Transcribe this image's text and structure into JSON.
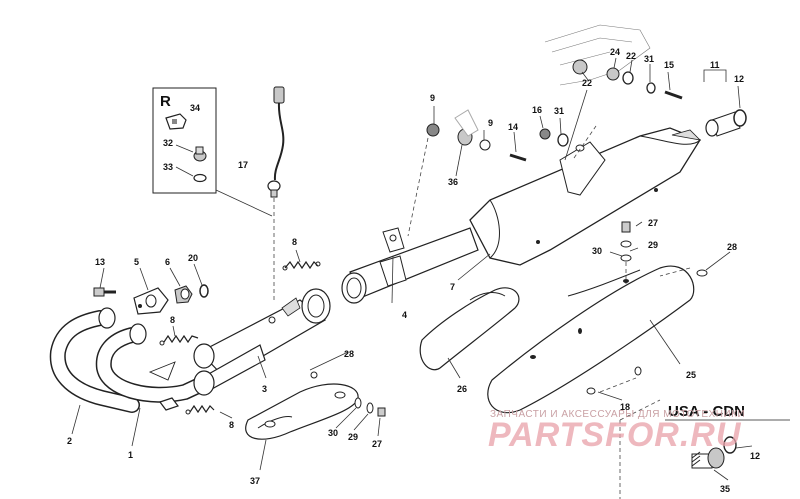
{
  "kit_box": {
    "letter": "R",
    "items": [
      "34",
      "32",
      "33"
    ]
  },
  "callouts": {
    "c9a": "9",
    "c9b": "9",
    "c14": "14",
    "c16": "16",
    "c31a": "31",
    "c22a": "22",
    "c24": "24",
    "c22b": "22",
    "c31b": "31",
    "c15": "15",
    "c11": "11",
    "c12a": "12",
    "c36": "36",
    "c17": "17",
    "c27a": "27",
    "c30a": "30",
    "c29a": "29",
    "c28a": "28",
    "c8a": "8",
    "c13": "13",
    "c5": "5",
    "c6": "6",
    "c20": "20",
    "c8b": "8",
    "c4": "4",
    "c7": "7",
    "c26": "26",
    "c25": "25",
    "c28b": "28",
    "c3": "3",
    "c2": "2",
    "c1": "1",
    "c8c": "8",
    "c18": "18",
    "c30b": "30",
    "c29b": "29",
    "c27b": "27",
    "c37": "37",
    "c35": "35",
    "c12b": "12"
  },
  "region_label": "USA - CDN",
  "watermark": {
    "line1": "ЗАПЧАСТИ И АКСЕССУАРЫ ДЛЯ МОТОТЕХНИКИ",
    "line2": "PARTSFOR.RU",
    "color": "#e8a0a8"
  }
}
